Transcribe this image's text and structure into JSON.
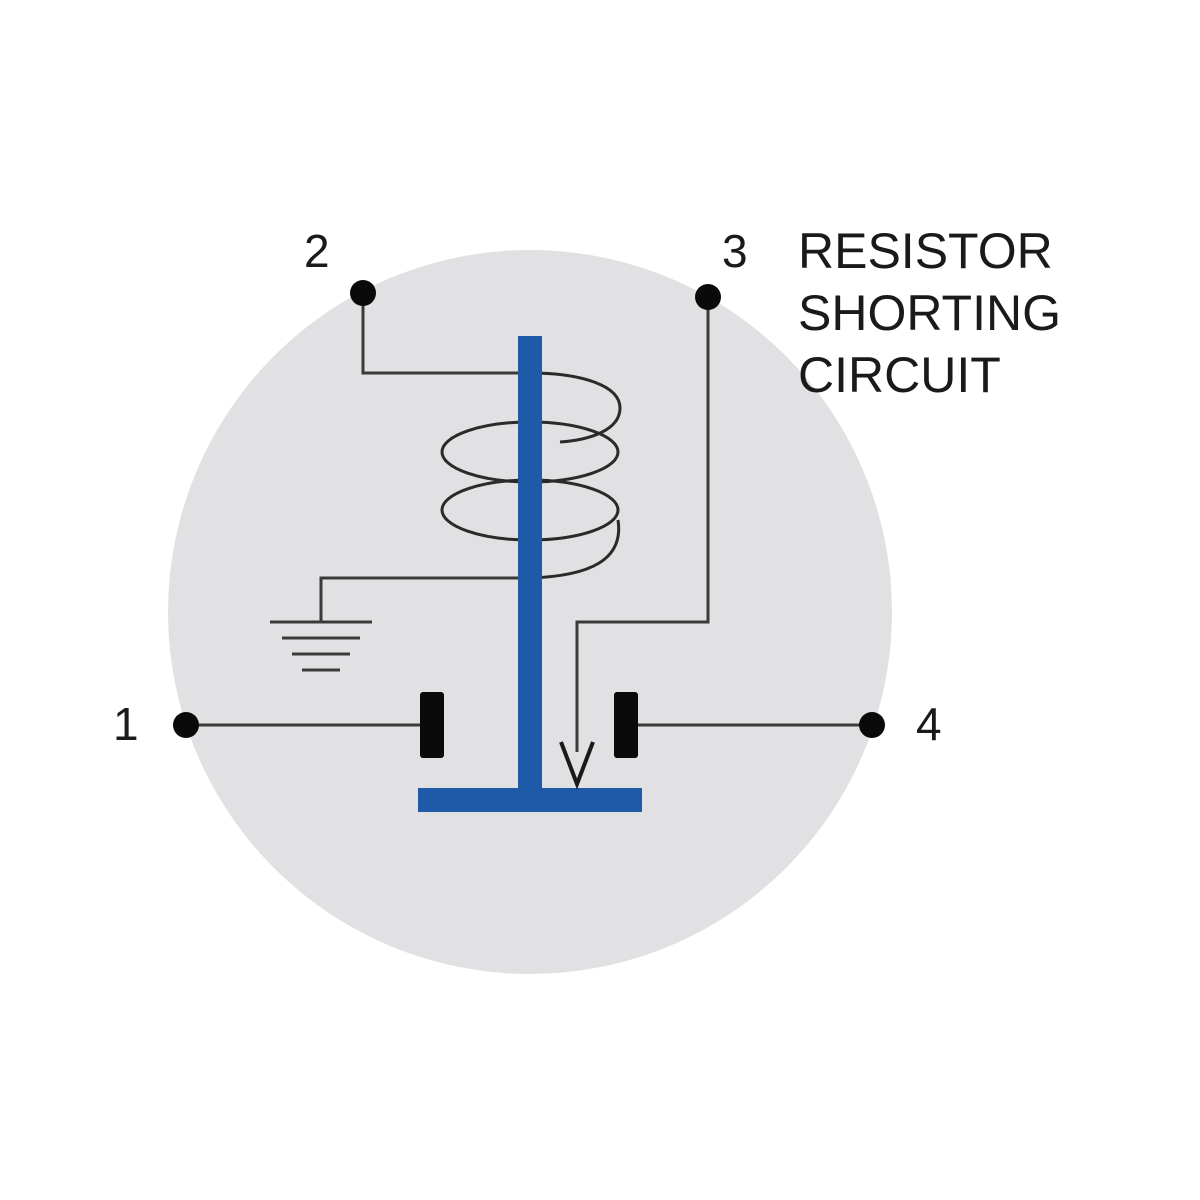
{
  "terminals": {
    "t1": "1",
    "t2": "2",
    "t3": "3",
    "t4": "4"
  },
  "caption": {
    "line1": "RESISTOR",
    "line2": "SHORTING",
    "line3": "CIRCUIT"
  },
  "colors": {
    "background_circle": "#e1e1e3",
    "plunger": "#1f5aa8",
    "wire": "#3a3a3a",
    "contact": "#0a0a0a"
  }
}
